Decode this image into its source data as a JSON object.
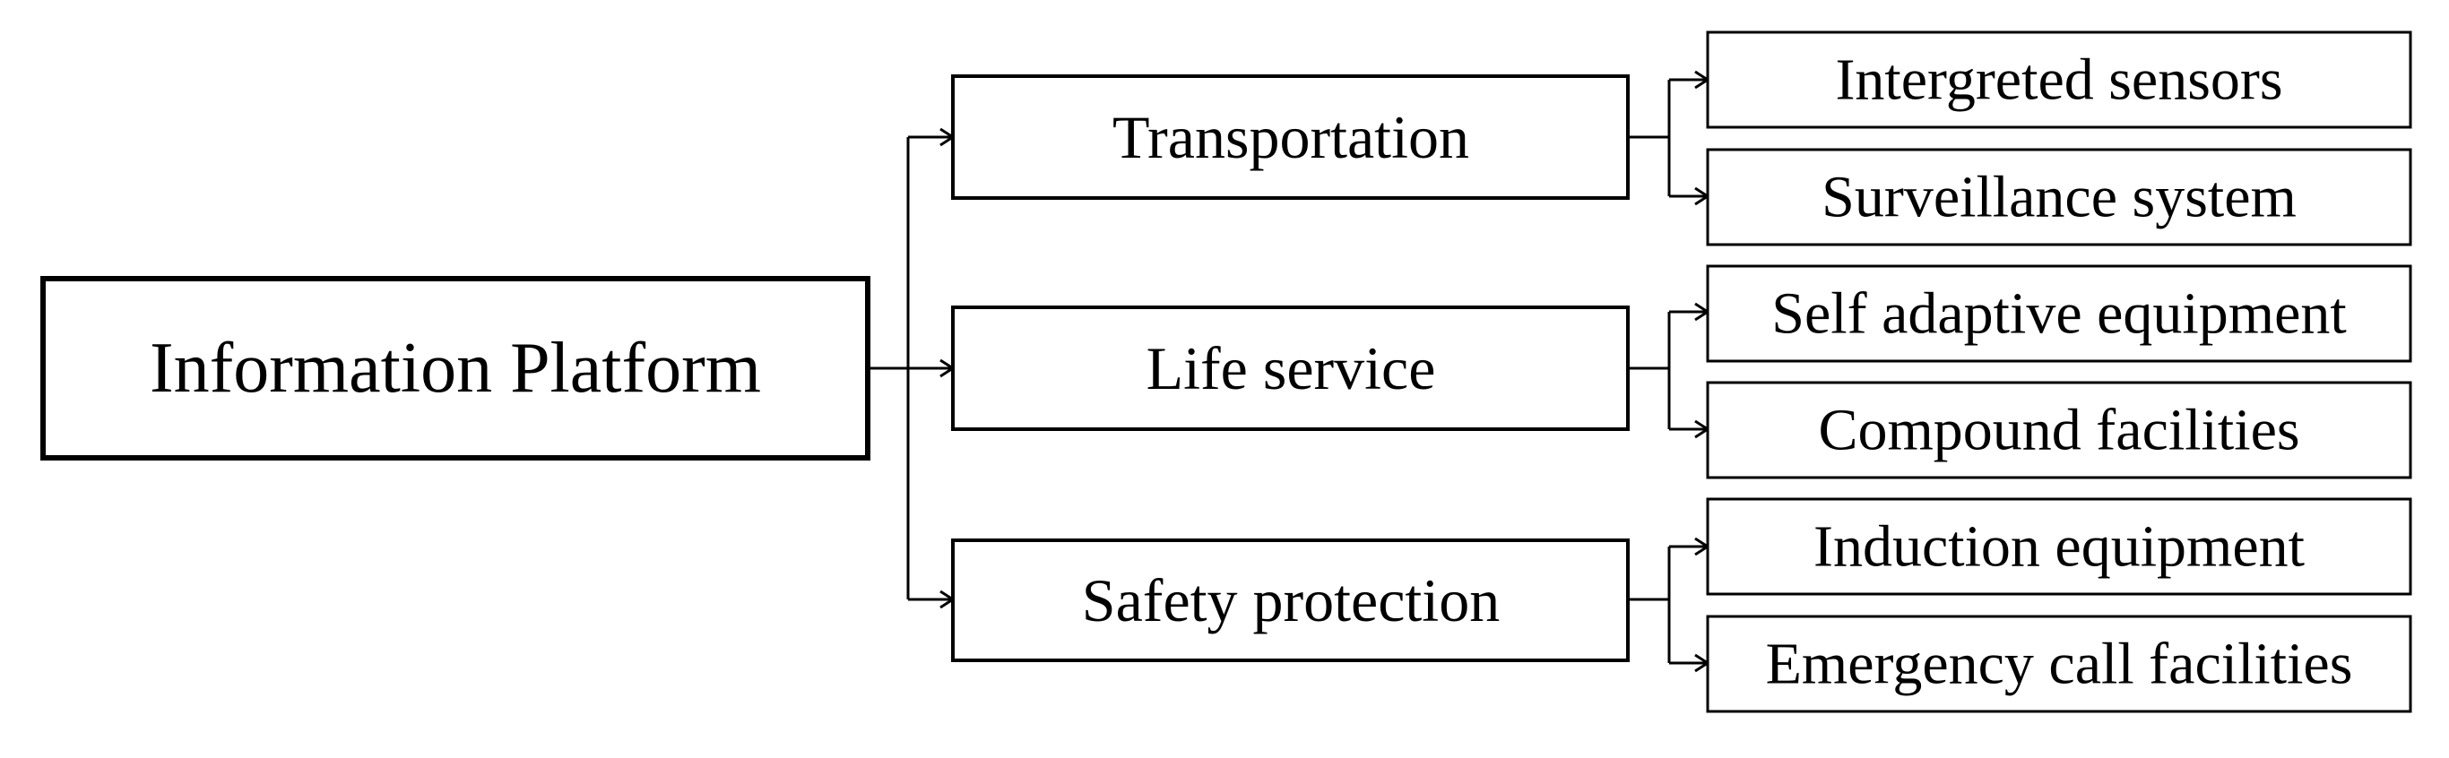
{
  "diagram": {
    "root": "Information Platform",
    "categories": [
      {
        "label": "Transportation",
        "items": [
          "Intergreted sensors",
          "Surveillance system"
        ]
      },
      {
        "label": "Life service",
        "items": [
          "Self adaptive equipment",
          "Compound facilities"
        ]
      },
      {
        "label": "Safety protection",
        "items": [
          "Induction equipment",
          "Emergency call facilities"
        ]
      }
    ]
  }
}
